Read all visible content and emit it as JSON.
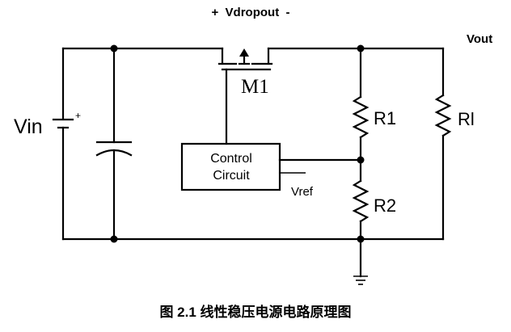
{
  "labels": {
    "vdropout": "+  Vdropout  -",
    "vout": "Vout",
    "vin": "Vin",
    "battery_plus": "+",
    "m1": "M1",
    "r1": "R1",
    "r2": "R2",
    "rl": "Rl",
    "control_line1": "Control",
    "control_line2": "Circuit",
    "vref": "Vref"
  },
  "caption": "图 2.1 线性稳压电源电路原理图"
}
